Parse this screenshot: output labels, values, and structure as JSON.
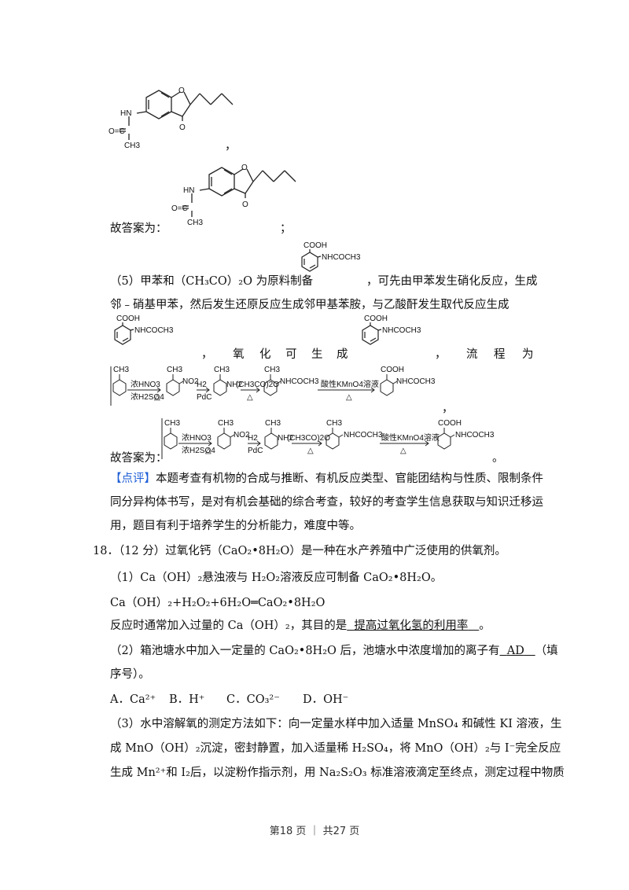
{
  "structures": {
    "compound_a": {
      "labels": [
        "O",
        "HN",
        "O=C",
        "CH3",
        "O"
      ]
    },
    "compound_b": {
      "labels": [
        "O",
        "HN",
        "O=C",
        "CH3",
        "O"
      ]
    },
    "benzoic_small": {
      "labels": [
        "COOH",
        "NHCOCH3"
      ]
    }
  },
  "text": {
    "comma1": "，",
    "answer_label1": "故答案为：",
    "semicolon1": "；",
    "part5_line1a": "（5）甲苯和（CH₃CO）₂O 为原料制备",
    "part5_line1b": "，可先由甲苯发生硝化反应，生成",
    "part5_line2": "邻﹣硝基甲苯，然后发生还原反应生成邻甲基苯胺，与乙酸酐发生取代反应生成",
    "part5_line3_words": [
      "，",
      "氧",
      "化",
      "可",
      "生",
      "成"
    ],
    "part5_line3_tail": [
      "，",
      "流",
      "程",
      "为"
    ],
    "comma_after_flow": "，",
    "answer_label2": "故答案为：",
    "period_after_flow": "。",
    "comment_tag": "【点评】",
    "comment_line1": "本题考查有机物的合成与推断、有机反应类型、官能团结构与性质、限制条件",
    "comment_line2": "同分异构体书写，是对有机会基础的综合考查，较好的考查学生信息获取与知识迁移运",
    "comment_line3": "用，题目有利于培养学生的分析能力，难度中等。",
    "q18_line": "18．（12 分）过氧化钙（CaO₂•8H₂O）是一种在水产养殖中广泛使用的供氧剂。",
    "q18_p1": "（1）Ca（OH）₂悬浊液与 H₂O₂溶液反应可制备 CaO₂•8H₂O。",
    "q18_eq": "Ca（OH）₂+H₂O₂+6H₂O═CaO₂•8H₂O",
    "q18_reason_prefix": "反应时通常加入过量的 Ca（OH）₂，其目的是",
    "q18_reason_answer": "提高过氧化氢的利用率",
    "q18_reason_suffix": "。",
    "q18_p2_prefix": "（2）箱池塘水中加入一定量的 CaO₂•8H₂O 后，池塘水中浓度增加的离子有",
    "q18_p2_answer": "AD",
    "q18_p2_suffix": "（填",
    "q18_p2_line2": "序号）。",
    "q18_options": [
      "A．Ca²⁺",
      "B．H⁺",
      "C．CO₃²⁻",
      "D．OH⁻"
    ],
    "q18_p3_line1": "（3）水中溶解氧的测定方法如下：向一定量水样中加入适量 MnSO₄ 和碱性 KI 溶液，生",
    "q18_p3_line2": "成 MnO（OH）₂沉淀，密封静置，加入适量稀 H₂SO₄，将 MnO（OH）₂与 I⁻完全反应",
    "q18_p3_line3": "生成 Mn²⁺和 I₂后，以淀粉作指示剂，用 Na₂S₂O₃ 标准溶液滴定至终点，测定过程中物质",
    "footer": "第18 页 ｜ 共27 页"
  },
  "flow": {
    "labels": [
      "CH3",
      "浓HNO3",
      "浓H2SO4",
      "△",
      "CH3",
      "NO2",
      "H2",
      "PdC",
      "CH3",
      "NH2",
      "(CH3CO)2O",
      "△",
      "CH3",
      "NHCOCH3",
      "酸性KMnO4溶液",
      "△",
      "COOH",
      "NHCOCH3"
    ]
  }
}
